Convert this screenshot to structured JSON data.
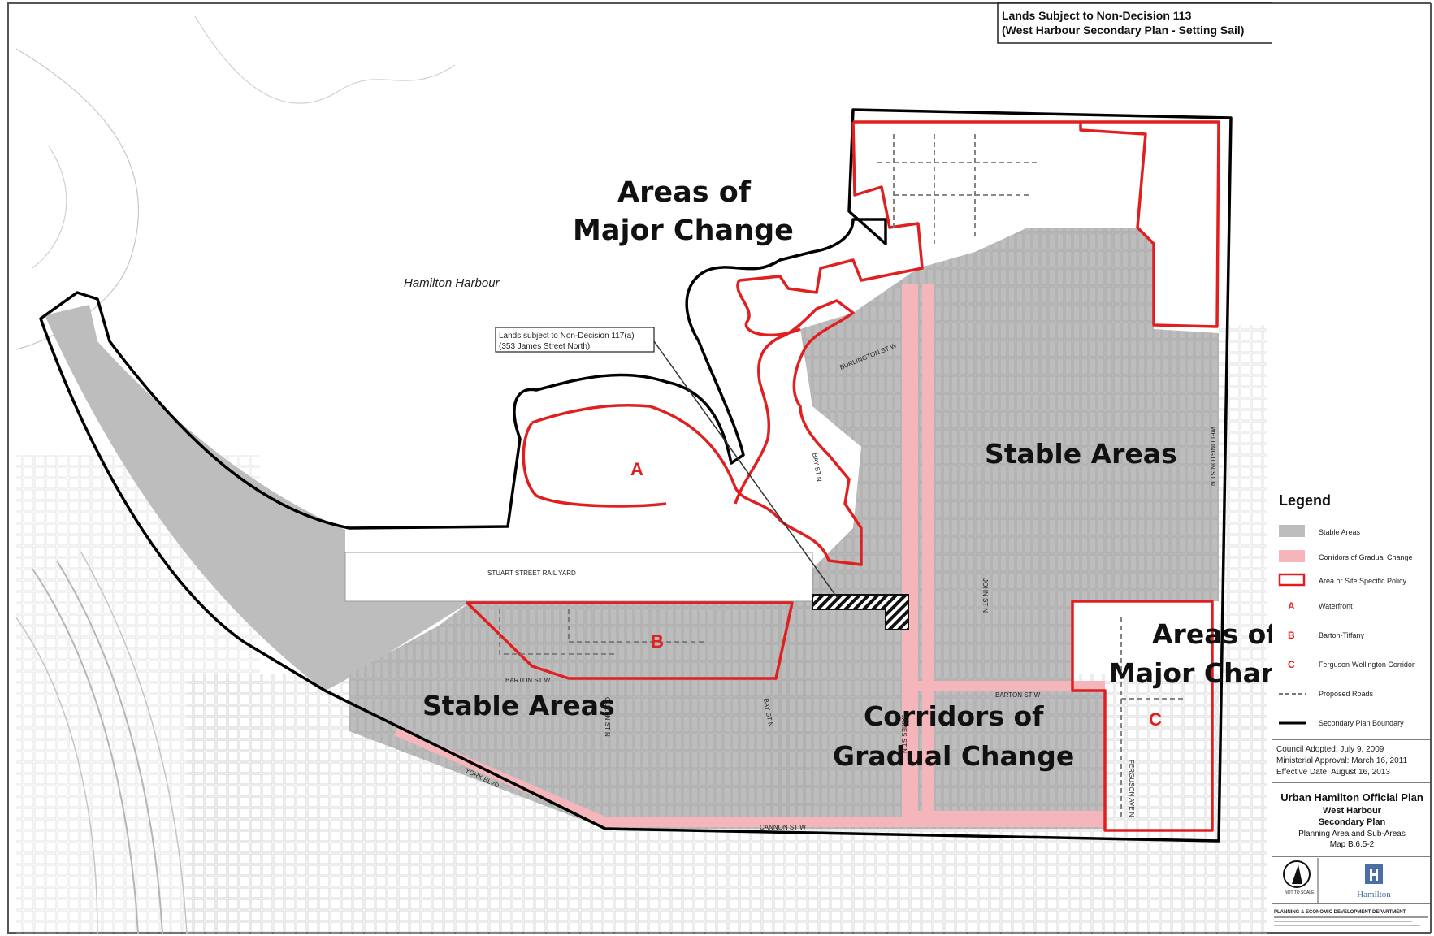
{
  "top_note": {
    "line1": "Lands Subject to Non-Decision 113",
    "line2": "(West Harbour Secondary Plan - Setting Sail)"
  },
  "harbour_label": "Hamilton Harbour",
  "callout": {
    "line1": "Lands subject to Non-Decision 117(a)",
    "line2": "(353 James Street North)"
  },
  "area_labels": {
    "major_change_1_l1": "Areas of",
    "major_change_1_l2": "Major Change",
    "stable_1": "Stable Areas",
    "stable_2": "Stable Areas",
    "corridors_l1": "Corridors of",
    "corridors_l2": "Gradual Change",
    "major_change_2_l1": "Areas of",
    "major_change_2_l2": "Major Change"
  },
  "sub_area_letters": {
    "a": "A",
    "b": "B",
    "c": "C"
  },
  "roads": {
    "burlington": "BURLINGTON ST W",
    "bay_n": "BAY ST N",
    "bay_s": "BAY ST N",
    "john": "JOHN ST N",
    "wellington": "WELLINGTON ST N",
    "barton_w": "BARTON ST W",
    "barton_e": "BARTON ST W",
    "queen": "QUEEN ST N",
    "york": "YORK BLVD",
    "cannon": "CANNON ST W",
    "james": "JAMES ST N",
    "ferguson": "FERGUSON AVE N",
    "rail_yard": "STUART STREET RAIL YARD"
  },
  "legend": {
    "title": "Legend",
    "items": [
      {
        "symbol": "gray-fill",
        "label": "Stable Areas"
      },
      {
        "symbol": "pink-fill",
        "label": "Corridors of Gradual Change"
      },
      {
        "symbol": "red-outline",
        "label": "Area or Site Specific Policy"
      },
      {
        "symbol": "letter",
        "letter": "A",
        "label": "Waterfront"
      },
      {
        "symbol": "letter",
        "letter": "B",
        "label": "Barton-Tiffany"
      },
      {
        "symbol": "letter",
        "letter": "C",
        "label": "Ferguson-Wellington Corridor"
      },
      {
        "symbol": "dashed-line",
        "label": "Proposed Roads"
      },
      {
        "symbol": "black-line",
        "label": "Secondary Plan Boundary"
      }
    ]
  },
  "dates": {
    "adopted": "Council Adopted: July 9, 2009",
    "approval": "Ministerial Approval: March 16, 2011",
    "effective": "Effective Date: August 16, 2013"
  },
  "title_block": {
    "l1": "Urban Hamilton Official Plan",
    "l2": "West Harbour",
    "l3": "Secondary Plan",
    "l4": "Planning Area and Sub-Areas",
    "l5": "Map B.6.5-2"
  },
  "north_label": "NOT TO SCALE",
  "city_logo": "Hamilton",
  "department": "PLANNING & ECONOMIC DEVELOPMENT DEPARTMENT",
  "colors": {
    "stable": "#bdbdbd",
    "corridor": "#f4b6bb",
    "policy_red": "#e02020",
    "boundary": "#000000"
  }
}
